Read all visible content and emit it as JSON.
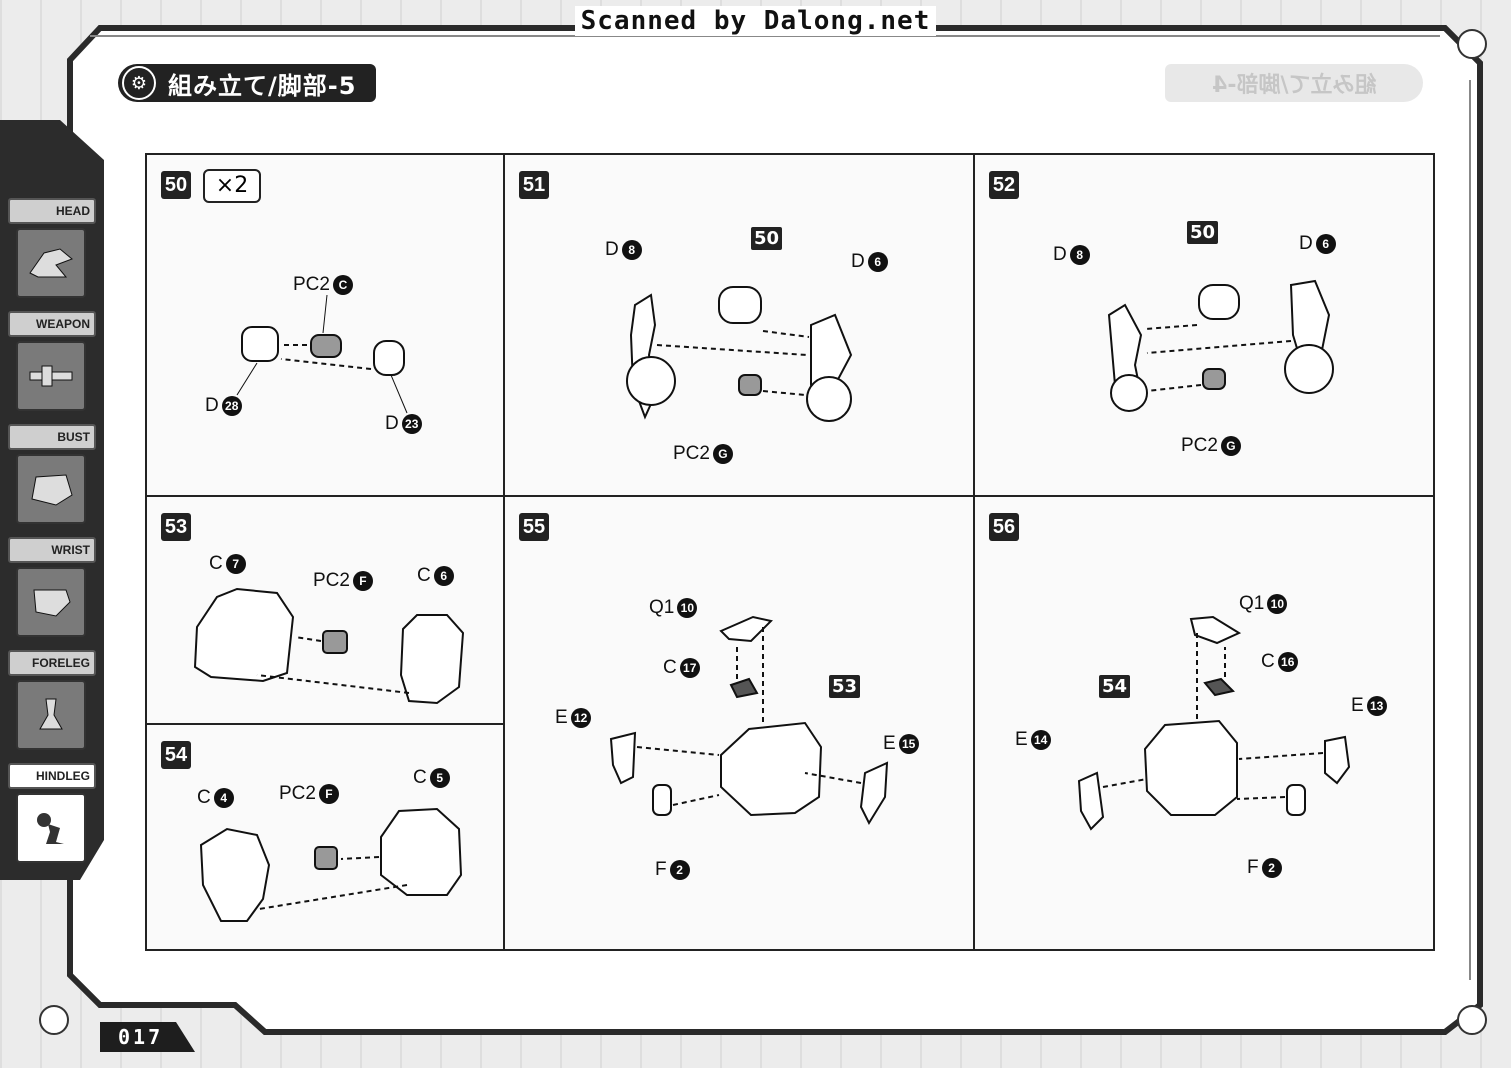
{
  "watermark": "Scanned by Dalong.net",
  "title": "組み立て/脚部-5",
  "ghost_title": "組み立て/脚部-4",
  "page_number": "017",
  "side_tabs": [
    {
      "label": "HEAD",
      "icon": "head-icon",
      "active": false
    },
    {
      "label": "WEAPON",
      "icon": "weapon-icon",
      "active": false
    },
    {
      "label": "BUST",
      "icon": "bust-icon",
      "active": false
    },
    {
      "label": "WRIST",
      "icon": "wrist-icon",
      "active": false
    },
    {
      "label": "FORELEG",
      "icon": "foreleg-icon",
      "active": false
    },
    {
      "label": "HINDLEG",
      "icon": "hindleg-icon",
      "active": true
    }
  ],
  "steps": [
    {
      "number": "50",
      "multiplier": "×2",
      "callouts": [
        {
          "part": "PC2",
          "num": "C"
        },
        {
          "part": "D",
          "num": "28"
        },
        {
          "part": "D",
          "num": "23"
        }
      ]
    },
    {
      "number": "51",
      "ref": "50",
      "callouts": [
        {
          "part": "D",
          "num": "8"
        },
        {
          "part": "D",
          "num": "6"
        },
        {
          "part": "PC2",
          "num": "G"
        }
      ]
    },
    {
      "number": "52",
      "ref": "50",
      "callouts": [
        {
          "part": "D",
          "num": "8"
        },
        {
          "part": "D",
          "num": "6"
        },
        {
          "part": "PC2",
          "num": "G"
        }
      ]
    },
    {
      "number": "53",
      "callouts": [
        {
          "part": "C",
          "num": "7"
        },
        {
          "part": "PC2",
          "num": "F"
        },
        {
          "part": "C",
          "num": "6"
        }
      ]
    },
    {
      "number": "54",
      "callouts": [
        {
          "part": "C",
          "num": "4"
        },
        {
          "part": "PC2",
          "num": "F"
        },
        {
          "part": "C",
          "num": "5"
        }
      ]
    },
    {
      "number": "55",
      "ref": "53",
      "callouts": [
        {
          "part": "Q1",
          "num": "10"
        },
        {
          "part": "C",
          "num": "17"
        },
        {
          "part": "E",
          "num": "12"
        },
        {
          "part": "E",
          "num": "15"
        },
        {
          "part": "F",
          "num": "2"
        }
      ]
    },
    {
      "number": "56",
      "ref": "54",
      "callouts": [
        {
          "part": "Q1",
          "num": "10"
        },
        {
          "part": "C",
          "num": "16"
        },
        {
          "part": "E",
          "num": "13"
        },
        {
          "part": "E",
          "num": "14"
        },
        {
          "part": "F",
          "num": "2"
        }
      ]
    }
  ]
}
